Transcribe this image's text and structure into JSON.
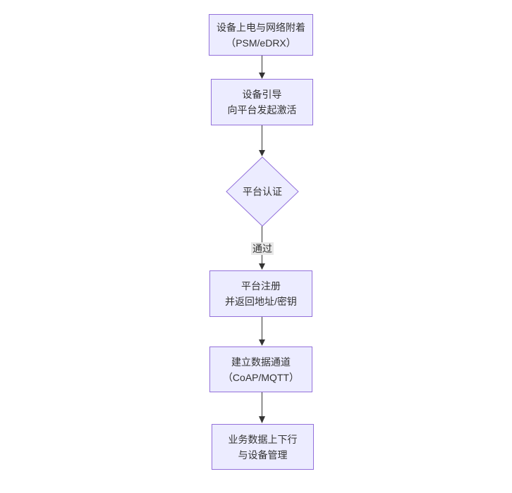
{
  "diagram": {
    "type": "flowchart-vertical",
    "nodes": {
      "power_attach": {
        "lines": [
          "设备上电与网络附着",
          "（PSM/eDRX）"
        ]
      },
      "bootstrap": {
        "lines": [
          "设备引导",
          "向平台发起激活"
        ]
      },
      "auth": {
        "label": "平台认证"
      },
      "register": {
        "lines": [
          "平台注册",
          "并返回地址/密钥"
        ]
      },
      "channel": {
        "lines": [
          "建立数据通道",
          "（CoAP/MQTT）"
        ]
      },
      "business": {
        "lines": [
          "业务数据上下行",
          "与设备管理"
        ]
      }
    },
    "edge_labels": {
      "auth_pass": "通过"
    },
    "colors": {
      "node_fill": "#ECECFF",
      "node_border": "#9370DB",
      "edge": "#333333",
      "text": "#333333",
      "label_bg": "#e8e8e8",
      "canvas_bg": "#ffffff"
    }
  }
}
